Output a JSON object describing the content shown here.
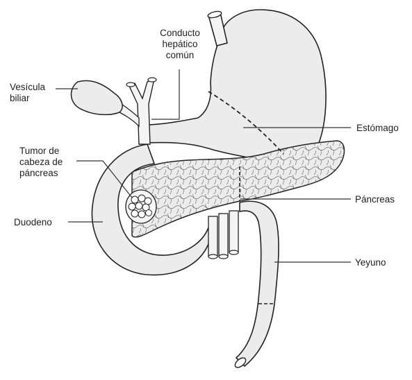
{
  "colors": {
    "organ_fill": "#ececec",
    "organ_fill_light": "#f4f4f4",
    "outline": "#222222",
    "texture": "#3a3a3a",
    "leader": "#333333"
  },
  "labels": {
    "conducto_hepatico": "Conducto\nhepático\ncomún",
    "vesicula": "Vesícula\nbiliar",
    "tumor": "Tumor de\ncabeza de\npáncreas",
    "duodeno": "Duodeno",
    "estomago": "Estómago",
    "pancreas": "Páncreas",
    "yeyuno": "Yeyuno"
  }
}
